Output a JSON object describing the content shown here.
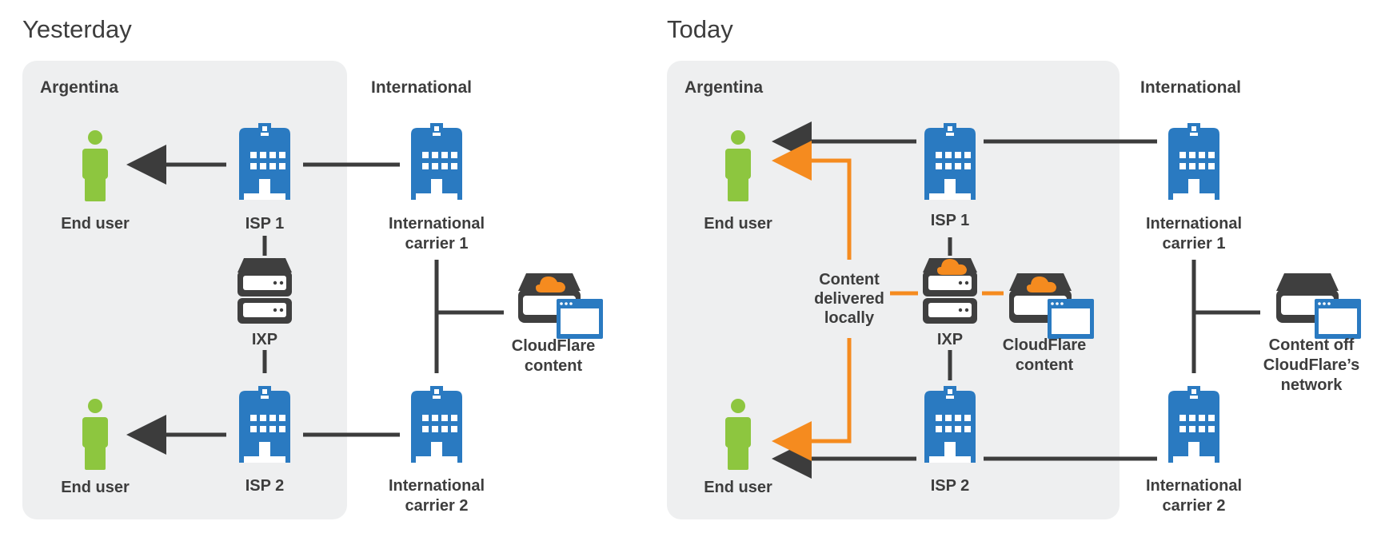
{
  "panels": {
    "yesterday": {
      "title": "Yesterday",
      "region_local": "Argentina",
      "region_international": "International",
      "end_user_top": "End user",
      "end_user_bottom": "End user",
      "isp1": "ISP 1",
      "isp2": "ISP 2",
      "ixp": "IXP",
      "carrier1_line1": "International",
      "carrier1_line2": "carrier 1",
      "carrier2_line1": "International",
      "carrier2_line2": "carrier 2",
      "content_line1": "CloudFlare",
      "content_line2": "content"
    },
    "today": {
      "title": "Today",
      "region_local": "Argentina",
      "region_international": "International",
      "end_user_top": "End user",
      "end_user_bottom": "End user",
      "isp1": "ISP 1",
      "isp2": "ISP 2",
      "ixp": "IXP",
      "local_content_line1": "Content",
      "local_content_line2": "delivered",
      "local_content_line3": "locally",
      "cloudflare_line1": "CloudFlare",
      "cloudflare_line2": "content",
      "carrier1_line1": "International",
      "carrier1_line2": "carrier 1",
      "carrier2_line1": "International",
      "carrier2_line2": "carrier 2",
      "offnet_line1": "Content off",
      "offnet_line2": "CloudFlare’s",
      "offnet_line3": "network"
    }
  },
  "colors": {
    "panel_background": "#eeeff0",
    "line": "#3c3c3c",
    "building": "#2a7ac1",
    "user": "#8dc63f",
    "server": "#3f3f3f",
    "accent": "#f58b1f",
    "window": "#2a7ac1"
  },
  "icons": {
    "user": "person-icon",
    "building": "building-icon",
    "server": "server-icon",
    "cloud": "cloud-icon",
    "browser": "browser-window-icon"
  }
}
